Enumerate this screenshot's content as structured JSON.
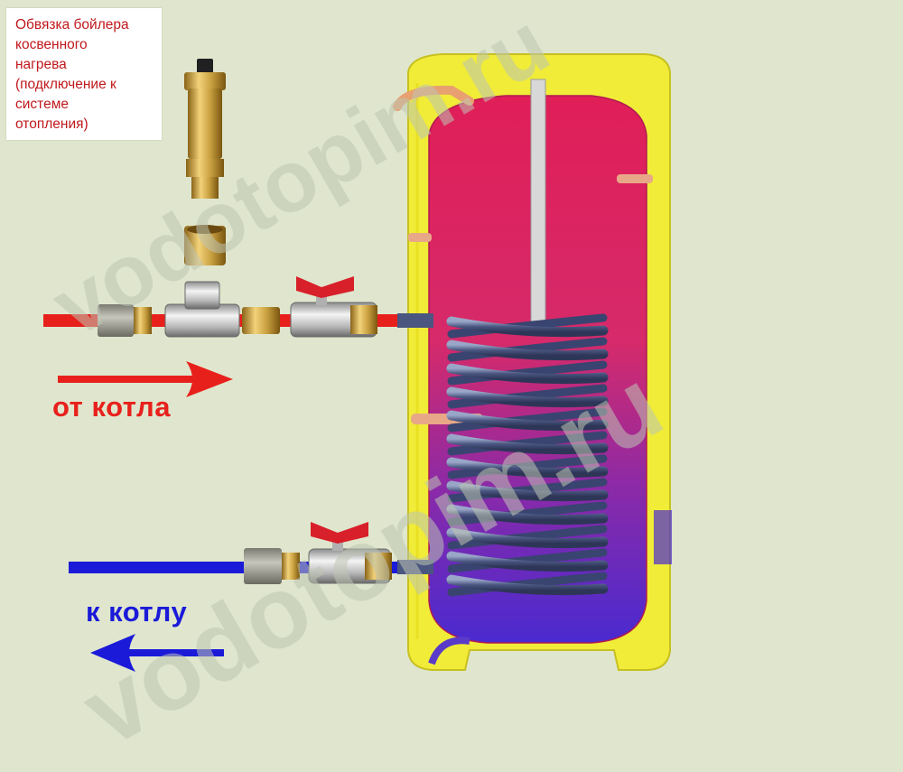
{
  "caption": {
    "lines": [
      "Обвязка бойлера",
      "косвенного",
      "нагрева",
      "(подключение к",
      "системе",
      "отопления)"
    ]
  },
  "labels": {
    "from_boiler": "от котла",
    "to_boiler": "к котлу"
  },
  "watermark": {
    "text_upper": "vodotopim.ru",
    "text_lower": "vodotopim.ru"
  },
  "colors": {
    "background": "#dfe6cd",
    "supply_pipe": "#e8201c",
    "return_pipe": "#1a1ad8",
    "caption_text": "#c0181c",
    "tank_jacket": "#f0ec38",
    "tank_hot": "#e22262",
    "tank_cold": "#5028c8",
    "coil": "#4a5a8a",
    "brass": "#c9a040",
    "valve_handle": "#d8202a"
  },
  "icons": {
    "supply_arrow": "arrow-right-icon",
    "return_arrow": "arrow-left-icon",
    "air_vent": "air-vent-icon",
    "ball_valve": "ball-valve-icon"
  }
}
